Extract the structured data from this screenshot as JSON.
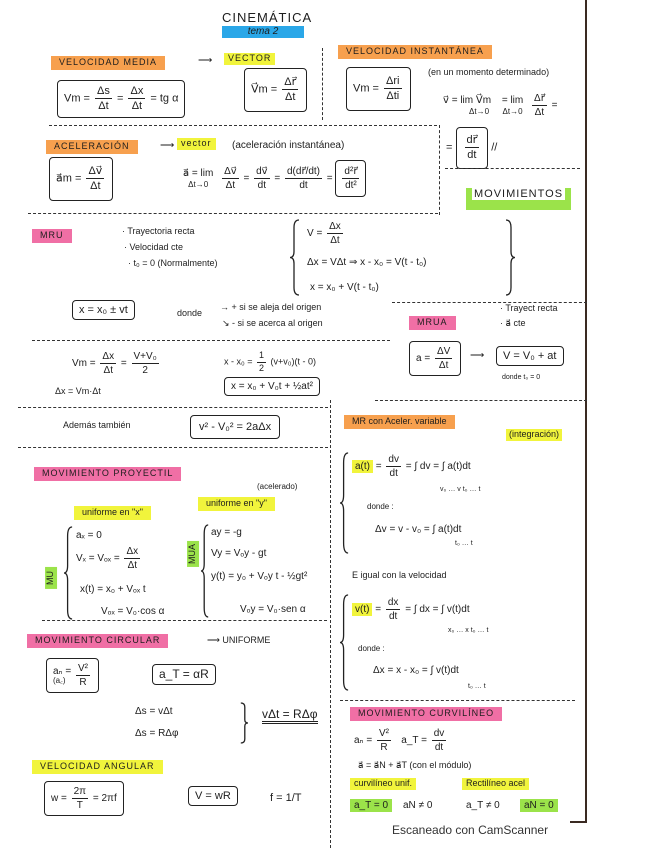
{
  "title": "CINEMÁTICA",
  "subtitle": "tema 2",
  "colors": {
    "orange": "#f7a04e",
    "yellow": "#f1f43c",
    "pink": "#f06fa5",
    "green": "#9be34a",
    "blue": "#2aa7e8"
  },
  "vel_media": {
    "label": "VELOCIDAD MEDIA",
    "arrow": "⟶",
    "vector": "VECTOR",
    "f1_lhs": "Vm =",
    "f1_n1": "Δs",
    "f1_d1": "Δt",
    "f1_eq": "=",
    "f1_n2": "Δx",
    "f1_d2": "Δt",
    "f1_tail": "= tg α",
    "f2_lhs": "V⃗m =",
    "f2_n": "Δr⃗",
    "f2_d": "Δt"
  },
  "vel_inst": {
    "label": "VELOCIDAD INSTANTÁNEA",
    "note": "(en un momento determinado)",
    "f1_lhs": "Vm =",
    "f1_n": "Δri",
    "f1_d": "Δti",
    "lim1": "v⃗ = lim V⃗m",
    "lim1_sub": "Δt→0",
    "lim2": "= lim",
    "lim2_sub": "Δt→0",
    "lim2_n": "Δr⃗",
    "lim2_d": "Δt",
    "eq": "=",
    "res_n": "dr⃗",
    "res_d": "dt",
    "res_tail": "//"
  },
  "aceleracion": {
    "label": "ACELERACIÓN",
    "arrow": "⟶",
    "vector": "vector",
    "note": "(aceleración instantánea)",
    "am_lhs": "a⃗m =",
    "am_n": "Δv⃗",
    "am_d": "Δt",
    "lim": "a⃗ = lim",
    "lim_sub": "Δt→0",
    "n1": "Δv⃗",
    "d1": "Δt",
    "n2": "dv⃗",
    "d2": "dt",
    "n3": "d(dr⃗/dt)",
    "d3": "dt",
    "n4": "d²r⃗",
    "d4": "dt²",
    "eq": "="
  },
  "movimientos": {
    "label": "MOVIMIENTOS"
  },
  "mru": {
    "label": "MRU",
    "bullets": [
      "· Trayectoria recta",
      "· Velocidad cte",
      "· t₀ = 0 (Normalmente)"
    ],
    "v_lhs": "V =",
    "v_n": "Δx",
    "v_d": "Δt",
    "eq2": "Δx = VΔt ⇒ x - x₀ = V(t - t₀)",
    "eq3": "x = x₀ + V(t - t₀)",
    "box": "x = x₀ ± vt",
    "donde": "donde",
    "plus": "→ + si se aleja del origen",
    "minus": "↘ - si se acerca al origen"
  },
  "mrua": {
    "label": "MRUA",
    "bullets": [
      "· Trayect recta",
      "· a⃗ cte"
    ],
    "a_lhs": "a =",
    "a_n": "ΔV",
    "a_d": "Δt",
    "arrow": "⟶",
    "v_box": "V = V₀ + at",
    "donde": "donde t₀ = 0",
    "vm_lhs": "Vm =",
    "vm_n": "Δx",
    "vm_d": "Δt",
    "vm_eq": "=",
    "vm_n2": "V+V₀",
    "vm_d2": "2",
    "dx": "Δx = Vm·Δt",
    "xx0": "x - x₀ =",
    "half_n": "1",
    "half_d": "2",
    "xx0_tail": "(v+v₀)(t - 0)",
    "x_box": "x = x₀ + V₀t + ½at²",
    "ademas": "Además también",
    "v2_box": "v² - V₀² = 2aΔx"
  },
  "mr_var": {
    "label": "MR con Aceler. variable",
    "integ": "(integración)",
    "at": "a(t)",
    "at_eq": "=",
    "at_n": "dv",
    "at_d": "dt",
    "at_int": "= ∫ dv = ∫ a(t)dt",
    "at_lims": "v₀ … v      t₀ … t",
    "donde1": "donde :",
    "dv": "Δv = v - v₀ = ∫ a(t)dt",
    "dv_lims": "t₀ … t",
    "igual": "E igual con la velocidad",
    "vt": "v(t)",
    "vt_eq": "=",
    "vt_n": "dx",
    "vt_d": "dt",
    "vt_int": "= ∫ dx = ∫ v(t)dt",
    "vt_lims": "x₀ … x      t₀ … t",
    "donde2": "donde :",
    "dx": "Δx = x - x₀ = ∫ v(t)dt",
    "dx_lims": "t₀ … t"
  },
  "proyectil": {
    "label": "MOVIMIENTO PROYECTIL",
    "acelerado": "(acelerado)",
    "ux": "uniforme en \"x\"",
    "uy": "uniforme en \"y\"",
    "mu": "MU",
    "mua": "MUA",
    "ax": "aₓ = 0",
    "vx_lhs": "Vₓ = Vₒₓ =",
    "vx_n": "Δx",
    "vx_d": "Δt",
    "xt": "x(t) = x₀ + Vₒₓ t",
    "vox": "Vₒₓ = V₀·cos α",
    "ay": "ay = -g",
    "vy": "Vy = Vₒy - gt",
    "yt": "y(t) = y₀ + Vₒy t - ½gt²",
    "voy": "Vₒy = V₀·sen α"
  },
  "circular": {
    "label": "MOVIMIENTO CIRCULAR",
    "uniforme": "⟶ UNIFORME",
    "an_lhs": "aₙ =",
    "an_sub": "(a꜀)",
    "an_n": "V²",
    "an_d": "R",
    "at_box": "a_T = αR",
    "ds1": "Δs = vΔt",
    "ds2": "Δs = RΔφ",
    "res": "vΔt = RΔφ"
  },
  "angular": {
    "label": "VELOCIDAD ANGULAR",
    "w_lhs": "w =",
    "w_n": "2π",
    "w_d": "T",
    "w_tail": "= 2πf",
    "v_box": "V = wR",
    "f": "f = 1/T"
  },
  "curvilineo": {
    "label": "MOVIMIENTO CURVILÍNEO",
    "an_lhs": "aₙ =",
    "an_n": "V²",
    "an_d": "R",
    "at_lhs": "a_T =",
    "at_n": "dv",
    "at_d": "dt",
    "sum": "a⃗ = a⃗N + a⃗T   (con el módulo)",
    "unif": "curvilíneo unif.",
    "acel": "Rectilíneo acel",
    "c1": "a_T = 0",
    "c2": "aN ≠ 0",
    "c3": "a_T ≠ 0",
    "c4": "aN = 0"
  },
  "footer": "Escaneado con CamScanner"
}
